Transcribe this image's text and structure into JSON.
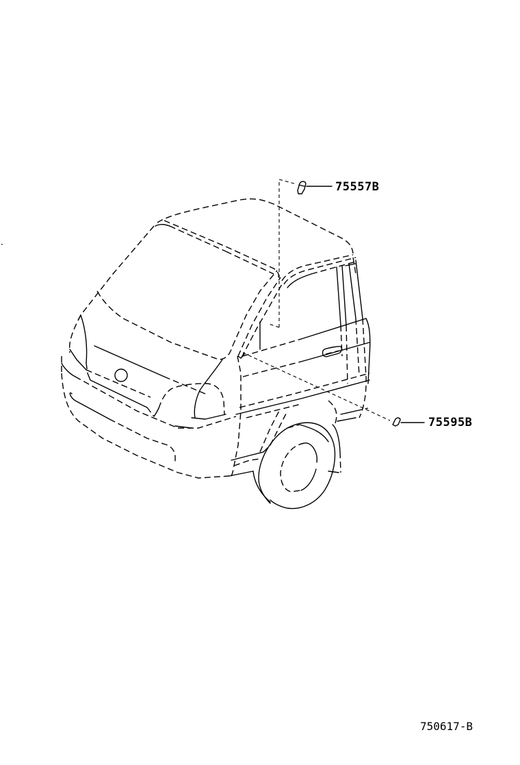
{
  "diagram": {
    "type": "parts-illustration",
    "subject": "vehicle cab (front 3/4 view) with clip locations",
    "parts": [
      {
        "part_number": "75557B",
        "location": "roof / door frame upper"
      },
      {
        "part_number": "75595B",
        "location": "front door lower / rocker"
      }
    ],
    "figure_code": "750617-B"
  }
}
